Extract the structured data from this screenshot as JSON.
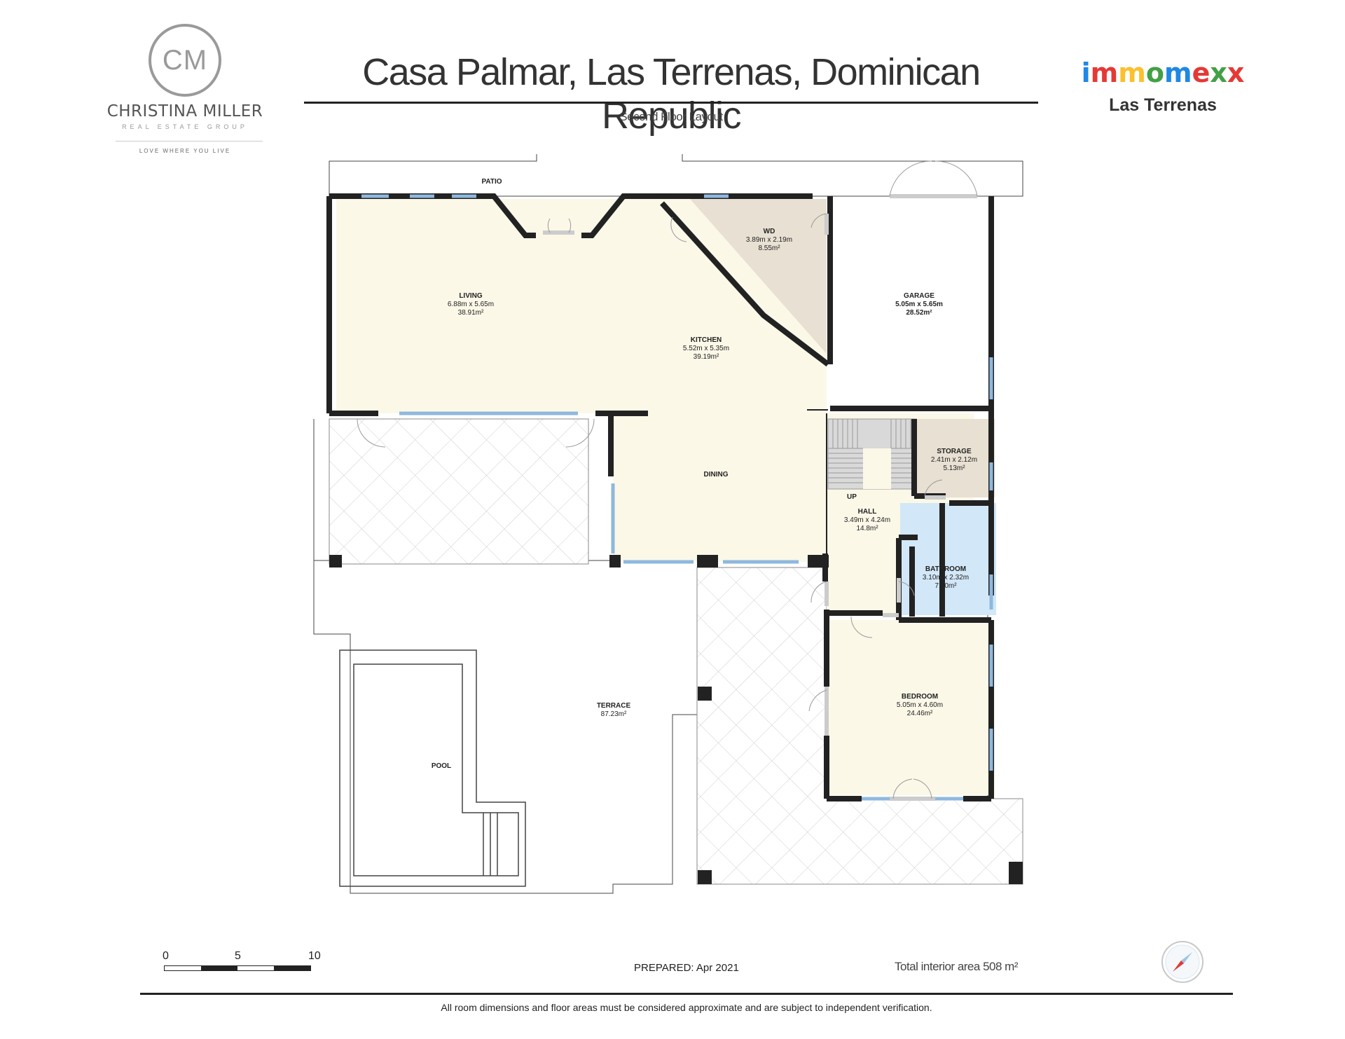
{
  "logo": {
    "monogram": "CM",
    "name": "CHRISTINA MILLER",
    "group": "REAL ESTATE GROUP",
    "tagline": "LOVE WHERE YOU LIVE"
  },
  "header": {
    "title": "Casa Palmar,  Las Terrenas,  Dominican Republic",
    "subtitle": "Second Floor Layout"
  },
  "brand": {
    "name_letters": [
      {
        "ch": "i",
        "color": "#1e88e5"
      },
      {
        "ch": "m",
        "color": "#e53935"
      },
      {
        "ch": "m",
        "color": "#fbc02d"
      },
      {
        "ch": "o",
        "color": "#43a047"
      },
      {
        "ch": "m",
        "color": "#1e88e5"
      },
      {
        "ch": "e",
        "color": "#e53935"
      },
      {
        "ch": "x",
        "color": "#43a047"
      },
      {
        "ch": "x",
        "color": "#e53935"
      }
    ],
    "location": "Las Terrenas"
  },
  "rooms": {
    "patio": {
      "name": "PATIO"
    },
    "living": {
      "name": "LIVING",
      "dims": "6.88m x 5.65m",
      "area": "38.91m²"
    },
    "wd": {
      "name": "WD",
      "dims": "3.89m x 2.19m",
      "area": "8.55m²"
    },
    "garage": {
      "name": "GARAGE",
      "dims": "5.05m x 5.65m",
      "area": "28.52m²"
    },
    "kitchen": {
      "name": "KITCHEN",
      "dims": "5.52m x 5.35m",
      "area": "39.19m²"
    },
    "dining": {
      "name": "DINING"
    },
    "storage": {
      "name": "STORAGE",
      "dims": "2.41m x 2.12m",
      "area": "5.13m²"
    },
    "up": {
      "name": "UP"
    },
    "hall": {
      "name": "HALL",
      "dims": "3.49m x 4.24m",
      "area": "14.8m²"
    },
    "bathroom": {
      "name": "BATHROOM",
      "dims": "3.10m x 2.32m",
      "area": "7.20m²"
    },
    "terrace": {
      "name": "TERRACE",
      "area": "87.23m²"
    },
    "bedroom": {
      "name": "BEDROOM",
      "dims": "5.05m x 4.60m",
      "area": "24.46m²"
    },
    "pool": {
      "name": "POOL"
    }
  },
  "colors": {
    "room_fill": "#fbf8e8",
    "utility_fill": "#e8e0d2",
    "bath_fill": "#d2e7f7",
    "wall": "#222222",
    "window": "#8fb8dd"
  },
  "footer": {
    "scale": [
      "0",
      "5",
      "10"
    ],
    "prepared": "PREPARED: Apr 2021",
    "total_area": "Total interior area 508 m²",
    "disclaimer": "All room dimensions and floor areas must be considered approximate and are subject to independent verification."
  }
}
